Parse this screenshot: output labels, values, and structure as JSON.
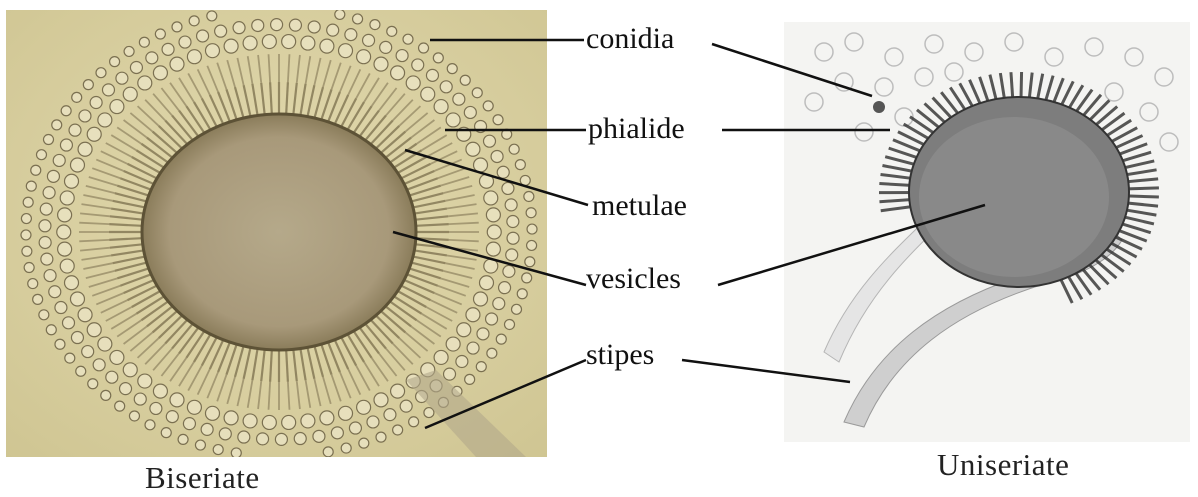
{
  "labels": {
    "conidia": "conidia",
    "phialide": "phialide",
    "metulae": "metulae",
    "vesicles": "vesicles",
    "stipes": "stipes"
  },
  "captions": {
    "left": "Biseriate",
    "right": "Uniseriate"
  },
  "colors": {
    "biseriate_background": "#d8cfa0",
    "biseriate_structure": "#6e6344",
    "uniseriate_background": "#f4f4f2",
    "uniseriate_structure": "#3a3a3a",
    "leader_line": "#111111"
  }
}
